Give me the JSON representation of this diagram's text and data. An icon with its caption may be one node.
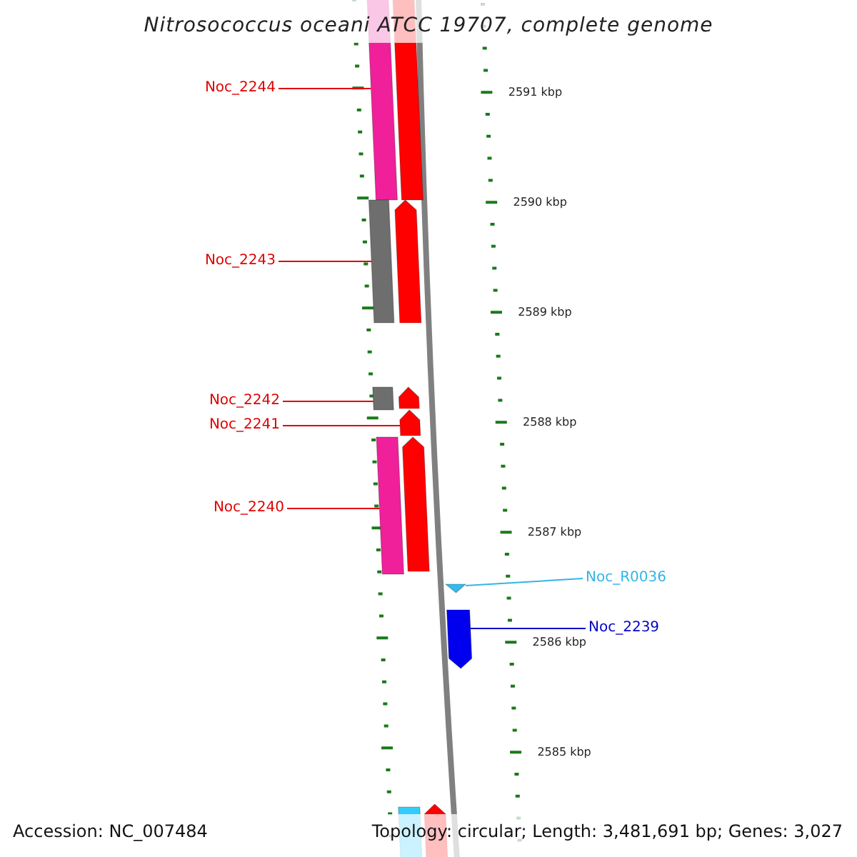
{
  "diagram": {
    "title": "Nitrosococcus oceani ATCC 19707, complete genome",
    "nodes": [
      {
        "text": [
          "Noc_2244"
        ]
      },
      {
        "text": [],
        "shape": "bar"
      },
      {
        "text": [],
        "shape": "arrow"
      },
      {
        "text": [
          "Noc_2243"
        ]
      },
      {
        "text": [],
        "shape": "bar"
      },
      {
        "text": [],
        "shape": "arrow"
      },
      {
        "text": [
          "Noc_2242"
        ]
      },
      {
        "text": [],
        "shape": "bar"
      },
      {
        "text": [],
        "shape": "arrow"
      },
      {
        "text": [
          "Noc_2241"
        ]
      },
      {
        "text": [],
        "shape": "arrow"
      },
      {
        "text": [
          "Noc_2240"
        ]
      },
      {
        "text": [],
        "shape": "bar"
      },
      {
        "text": [],
        "shape": "arrow"
      },
      {
        "text": [
          "Noc_R0036"
        ]
      },
      {
        "text": [],
        "shape": "triangle"
      },
      {
        "text": [
          "Noc_2239"
        ]
      },
      {
        "text": [],
        "shape": "arrow"
      },
      {
        "text": [],
        "shape": "bar"
      },
      {
        "text": [],
        "shape": "arrow"
      }
    ],
    "edges": [
      {
        "from": 0,
        "to": 1,
        "arrow": "none"
      },
      {
        "from": 3,
        "to": 4,
        "arrow": "none"
      },
      {
        "from": 6,
        "to": 7,
        "arrow": "none"
      },
      {
        "from": 9,
        "to": 10,
        "arrow": "none"
      },
      {
        "from": 11,
        "to": 12,
        "arrow": "none"
      },
      {
        "from": 14,
        "to": 15,
        "arrow": "none",
        "color": "#33b5e5"
      },
      {
        "from": 16,
        "to": 17,
        "arrow": "none",
        "color": "#0000cc"
      }
    ],
    "labels": [
      "2591 kbp",
      "2590 kbp",
      "2589 kbp",
      "2588 kbp",
      "2587 kbp",
      "2586 kbp",
      "2585 kbp",
      "Accession: NC_007484",
      "Topology: circular; Length: 3,481,691 bp; Genes: 3,027"
    ]
  }
}
